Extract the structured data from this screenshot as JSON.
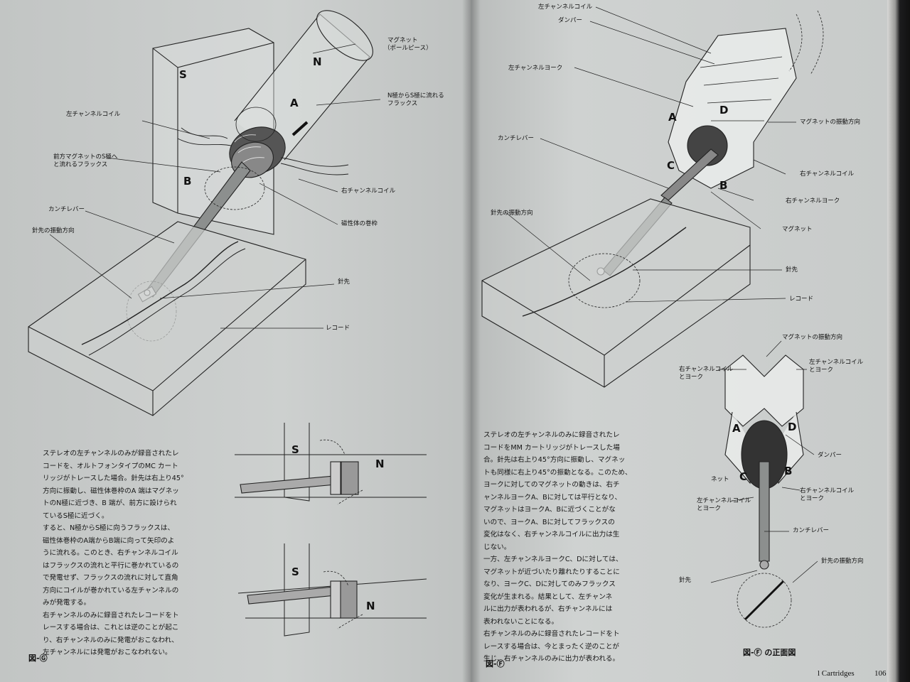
{
  "left_page": {
    "labels": {
      "magnet": "マグネット",
      "pole_piece": "（ポールピース）",
      "flux_n_to_s_1": "N極からS極に流れる",
      "flux_n_to_s_2": "フラックス",
      "left_channel_coil": "左チャンネルコイル",
      "front_magnet_flux_1": "前方マグネットのS極へ",
      "front_magnet_flux_2": "と流れるフラックス",
      "right_channel_coil": "右チャンネルコイル",
      "magnetic_bobbin": "磁性体の巻枠",
      "cantilever": "カンチレバー",
      "stylus_vibration": "針先の振動方向",
      "stylus_tip": "針先",
      "record": "レコード",
      "pole_s": "S",
      "pole_n": "N",
      "mark_a": "A",
      "mark_b": "B",
      "small_s_1": "S",
      "small_n_1": "N",
      "small_s_2": "S",
      "small_n_2": "N"
    },
    "body": [
      "ステレオの左チャンネルのみが録音されたレ",
      "コードを、オルトフォンタイプのMC カート",
      "リッジがトレースした場合。針先は右上り45°",
      "方向に振動し、磁性体巻枠のA 端はマグネッ",
      "トのN極に近づき、B 端が、前方に設けられ",
      "ているS極に近づく。",
      "すると、N極からS極に向うフラックスは、",
      "磁性体巻枠のA端からB端に向って矢印のよ",
      "うに流れる。このとき、右チャンネルコイル",
      "はフラックスの流れと平行に巻かれているの",
      "で発電せず、フラックスの流れに対して直角",
      "方向にコイルが巻かれている左チャンネルの",
      "みが発電する。",
      "右チャンネルのみに録音されたレコードをト",
      "レースする場合は、これとは逆のことが起こ",
      "り、右チャンネルのみに発電がおこなわれ、",
      "左チャンネルには発電がおこなわれない。"
    ],
    "figure_label": "図-Ⓖ"
  },
  "right_page": {
    "labels": {
      "left_channel_coil": "左チャンネルコイル",
      "damper": "ダンパー",
      "left_channel_yoke": "左チャンネルヨーク",
      "cantilever": "カンチレバー",
      "magnet_vibration": "マグネットの振動方向",
      "right_channel_coil": "右チャンネルコイル",
      "right_channel_yoke": "右チャンネルヨーク",
      "magnet": "マグネット",
      "stylus_vibration": "針先の振動方向",
      "stylus_tip": "針先",
      "record": "レコード",
      "mark_a": "A",
      "mark_b": "B",
      "mark_c": "C",
      "mark_d": "D"
    },
    "front_view_labels": {
      "magnet_vibration": "マグネットの振動方向",
      "right_coil_yoke_1": "右チャンネルコイル",
      "right_coil_yoke_2": "とヨーク",
      "left_coil_yoke_1": "左チャンネルコイル",
      "left_coil_yoke_2": "とヨーク",
      "damper": "ダンパー",
      "magnet_partial": "ネット",
      "left_coil_yoke_b1": "左チャンネルコイル",
      "left_coil_yoke_b2": "とヨーク",
      "right_coil_yoke_b1": "右チャンネルコイル",
      "right_coil_yoke_b2": "とヨーク",
      "cantilever": "カンチレバー",
      "stylus_tip": "針先",
      "stylus_vibration": "針先の振動方向",
      "mark_a": "A",
      "mark_b": "B",
      "mark_c": "C",
      "mark_d": "D"
    },
    "body": [
      "ステレオの左チャンネルのみに録音されたレ",
      "コードをMM カートリッジがトレースした場",
      "合。針先は右上り45°方向に振動し、マグネッ",
      "トも同様に右上り45°の振動となる。このため、",
      "ヨークに対してのマグネットの動きは、右チ",
      "ャンネルヨークA、Bに対しては平行となり、",
      "マグネットはヨークA、Bに近づくことがな",
      "いので、ヨークA、Bに対してフラックスの",
      "変化はなく、右チャンネルコイルに出力は生",
      "じない。",
      "一方、左チャンネルヨークC、Dに対しては、",
      "マグネットが近づいたり離れたりすることに",
      "なり、ヨークC、Dに対してのみフラックス",
      "変化が生まれる。結果として、左チャンネ",
      "ルに出力が表われるが、右チャンネルには",
      "表われないことになる。",
      "右チャンネルのみに録音されたレコードをト",
      "レースする場合は、今とまったく逆のことが",
      "生じ、右チャンネルのみに出力が表われる。"
    ],
    "figure_label": "図-Ⓕ",
    "front_view_caption": "図-Ⓕ の正面図",
    "footer_text": "l Cartridges",
    "page_number": "106"
  }
}
